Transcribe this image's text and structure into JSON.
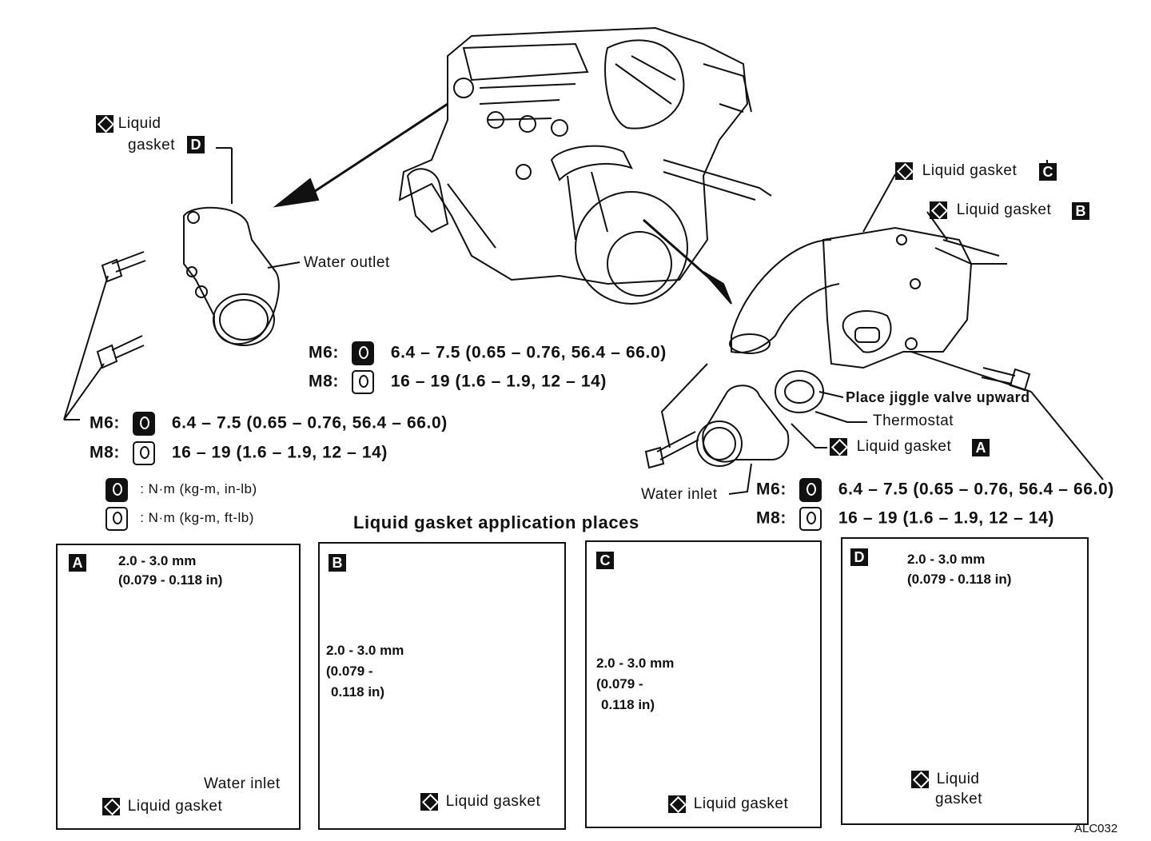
{
  "top_left": {
    "liquid_gasket_d_line1": "Liquid",
    "liquid_gasket_d_line2": "gasket",
    "liquid_gasket_d_tag": "D",
    "water_outlet": "Water outlet",
    "m6_label": "M6:",
    "m6_value": "6.4 – 7.5 (0.65 – 0.76, 56.4 – 66.0)",
    "m8_label": "M8:",
    "m8_value": "16 – 19 (1.6 – 1.9, 12 – 14)"
  },
  "center": {
    "m6_label": "M6:",
    "m6_value": "6.4 – 7.5 (0.65 – 0.76, 56.4 – 66.0)",
    "m8_label": "M8:",
    "m8_value": "16 – 19 (1.6 – 1.9, 12 – 14)"
  },
  "right": {
    "liquid_gasket_c": "Liquid gasket",
    "liquid_gasket_c_tag": "C",
    "liquid_gasket_b": "Liquid gasket",
    "liquid_gasket_b_tag": "B",
    "place_jiggle": "Place jiggle valve upward",
    "thermostat": "Thermostat",
    "liquid_gasket_a": "Liquid gasket",
    "liquid_gasket_a_tag": "A",
    "water_inlet": "Water inlet",
    "m6_label": "M6:",
    "m6_value": "6.4 – 7.5 (0.65 – 0.76, 56.4 – 66.0)",
    "m8_label": "M8:",
    "m8_value": "16 – 19 (1.6 – 1.9, 12 – 14)"
  },
  "legend": {
    "nm_in_lb": ": N·m (kg-m, in-lb)",
    "nm_ft_lb": ": N·m (kg-m, ft-lb)"
  },
  "section_title": "Liquid gasket application places",
  "panels": {
    "a": {
      "tag": "A",
      "dim1": "2.0 - 3.0 mm",
      "dim2": "(0.079 - 0.118 in)",
      "water_inlet": "Water inlet",
      "liquid_gasket": "Liquid gasket"
    },
    "b": {
      "tag": "B",
      "dim1": "2.0 - 3.0 mm",
      "dim2": "(0.079 -",
      "dim3": "0.118 in)",
      "liquid_gasket": "Liquid gasket"
    },
    "c": {
      "tag": "C",
      "dim1": "2.0 - 3.0 mm",
      "dim2": "(0.079 -",
      "dim3": "0.118 in)",
      "liquid_gasket": "Liquid gasket"
    },
    "d": {
      "tag": "D",
      "dim1": "2.0 - 3.0 mm",
      "dim2": "(0.079 - 0.118 in)",
      "liquid_gasket_1": "Liquid",
      "liquid_gasket_2": "gasket"
    }
  },
  "figure_code": "ALC032"
}
